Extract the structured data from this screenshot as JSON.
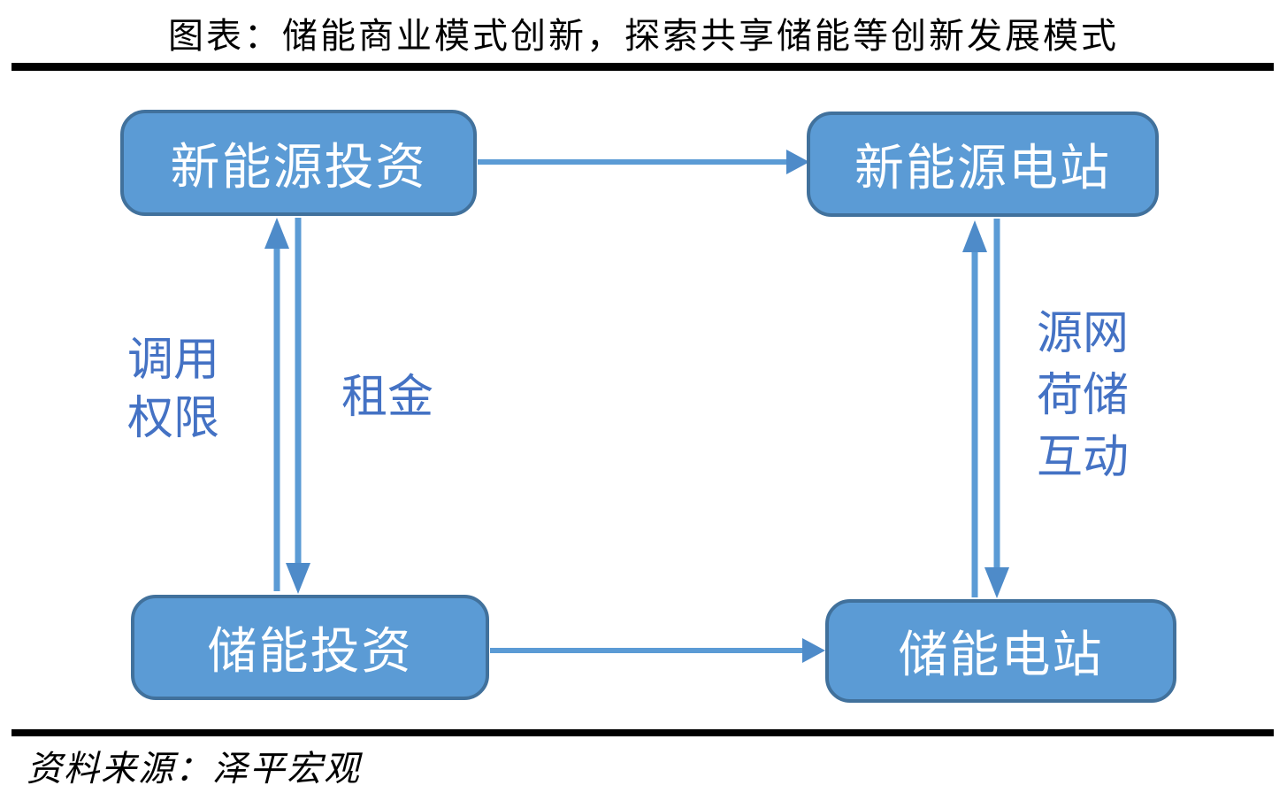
{
  "title": "图表：储能商业模式创新，探索共享储能等创新发展模式",
  "source_note": "资料来源：泽平宏观",
  "diagram": {
    "nodes": {
      "top_left": "新能源投资",
      "top_right": "新能源电站",
      "bottom_left": "储能投资",
      "bottom_right": "储能电站"
    },
    "edge_labels": {
      "dispatch_rights": "调用\n权限",
      "rent": "租金",
      "interaction": "源网\n荷储\n互动"
    },
    "edges": [
      {
        "from": "新能源投资",
        "to": "新能源电站",
        "direction": "right"
      },
      {
        "from": "储能投资",
        "to": "储能电站",
        "direction": "right"
      },
      {
        "from": "储能投资",
        "to": "新能源投资",
        "direction": "up"
      },
      {
        "from": "新能源投资",
        "to": "储能投资",
        "direction": "down"
      },
      {
        "from": "储能电站",
        "to": "新能源电站",
        "direction": "up"
      },
      {
        "from": "新能源电站",
        "to": "储能电站",
        "direction": "down"
      }
    ]
  },
  "colors": {
    "box_fill": "#5B9BD5",
    "box_border": "#41719C",
    "box_text": "#FFFFFF",
    "arrow_line": "#5B9BD5",
    "arrow_head": "#4E8BC9",
    "edge_label_text": "#4472C4",
    "rule": "#000000",
    "title_text": "#000000"
  }
}
